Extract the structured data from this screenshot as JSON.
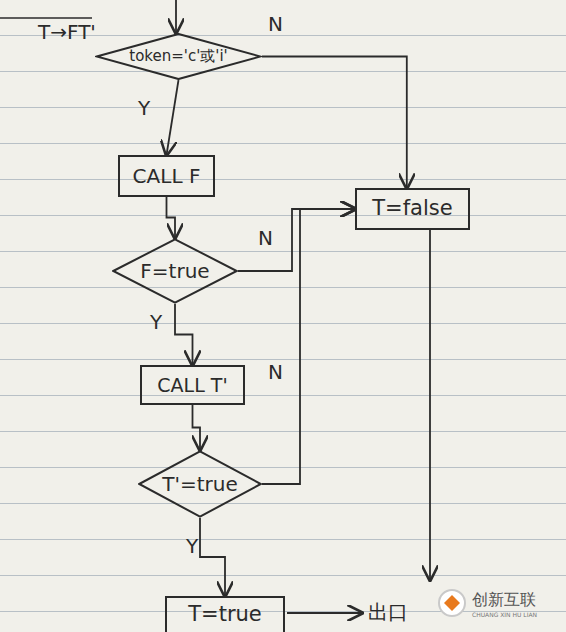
{
  "diagram": {
    "nodes": [
      {
        "text": [
          "token='c'或'i'"
        ]
      },
      {
        "text": [
          "CALL F"
        ]
      },
      {
        "text": [
          "F=true"
        ]
      },
      {
        "text": [
          "CALL T'"
        ]
      },
      {
        "text": [
          "T'=true"
        ]
      },
      {
        "text": [
          "T=false"
        ]
      },
      {
        "text": [
          "T=true"
        ]
      }
    ],
    "edges": [
      {
        "from": 0,
        "to": 1,
        "arrow": "to",
        "label": "Y"
      },
      {
        "from": 0,
        "to": 5,
        "arrow": "to",
        "label": "N"
      },
      {
        "from": 1,
        "to": 2,
        "arrow": "to"
      },
      {
        "from": 2,
        "to": 3,
        "arrow": "to",
        "label": "Y"
      },
      {
        "from": 2,
        "to": 5,
        "arrow": "to",
        "label": "N"
      },
      {
        "from": 3,
        "to": 4,
        "arrow": "to"
      },
      {
        "from": 4,
        "to": 5,
        "arrow": "to",
        "label": "N"
      },
      {
        "from": 4,
        "to": 6,
        "arrow": "to",
        "label": "Y"
      }
    ],
    "labels": [
      "T→FT'",
      "出口",
      "创新互联",
      "CHUANG XIN HU LIAN"
    ]
  }
}
